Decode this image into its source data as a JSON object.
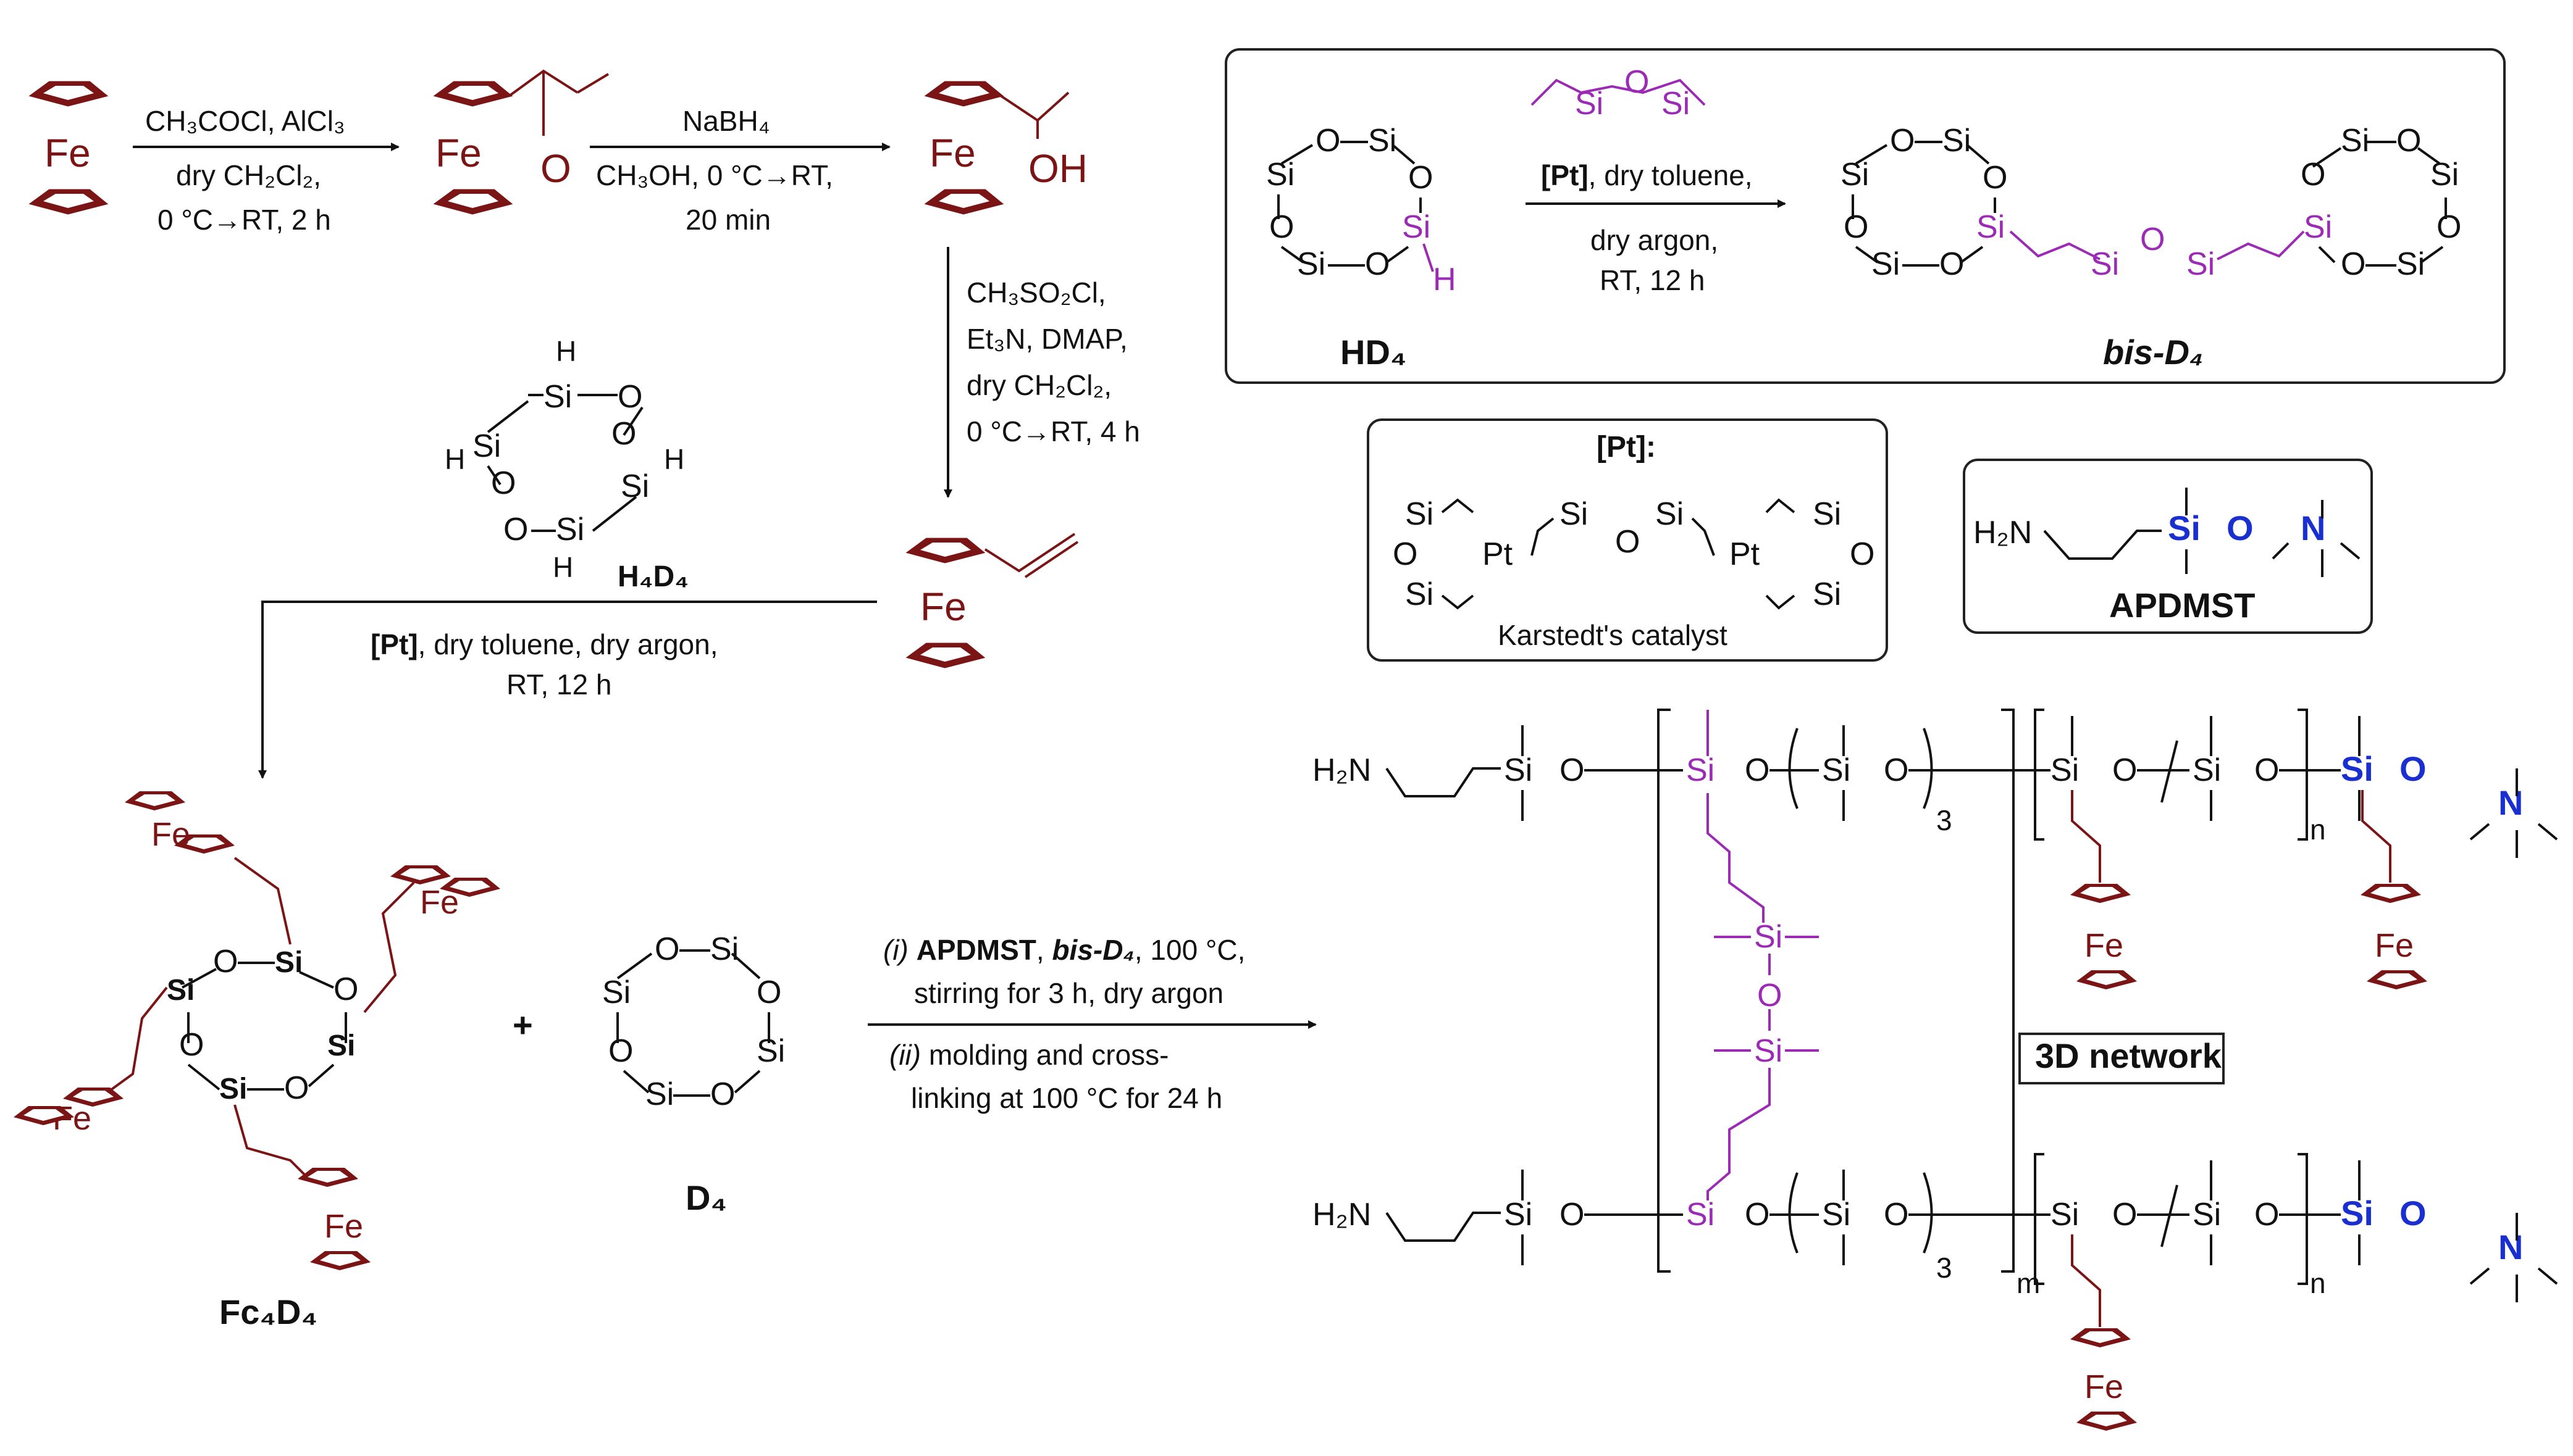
{
  "step1": {
    "line1": "CH₃COCl, AlCl₃",
    "line2": "dry CH₂Cl₂,",
    "line3": "0 °C→RT, 2 h"
  },
  "step2": {
    "line1": "NaBH₄",
    "line2": "CH₃OH, 0 °C→RT,",
    "line3": "20 min"
  },
  "step3": {
    "line1": "CH₃SO₂Cl,",
    "line2": "Et₃N, DMAP,",
    "line3": "dry CH₂Cl₂,",
    "line4": "0 °C→RT, 4 h"
  },
  "step4": {
    "line1_bold": "[Pt]",
    "line1_rest": ", dry toluene, dry argon,",
    "line2": "RT, 12 h"
  },
  "step5": {
    "line1_prefix": "(i) ",
    "line1_bold1": "APDMST",
    "line1_sep": ", ",
    "line1_bold2": "bis-D₄",
    "line1_rest": ", 100 °C,",
    "line2": "stirring for 3 h, dry argon",
    "line3_prefix": "(ii)",
    "line3_rest": " molding and cross-",
    "line4": "linking at 100 °C for 24 h"
  },
  "box_bisD4": {
    "cond_bold": "[Pt]",
    "cond_rest": ", dry toluene,",
    "cond2": "dry argon,",
    "cond3": "RT, 12 h",
    "reactant_label": "HD₄",
    "product_label": "bis-D₄"
  },
  "box_catalyst": {
    "title": "[Pt]:",
    "caption": "Karstedt's catalyst"
  },
  "box_apdmst": {
    "label": "APDMST"
  },
  "labels": {
    "h4d4": "H₄D₄",
    "fc4d4": "Fc₄D₄",
    "d4": "D₄",
    "network": "3D network",
    "plus": "+",
    "fe": "Fe",
    "si": "Si",
    "o": "O",
    "h": "H",
    "oh": "OH",
    "pt": "Pt",
    "nh2": "H₂N",
    "n_plus": "N",
    "sub3": "3",
    "sub_n": "n",
    "sub_m": "m"
  },
  "colors": {
    "ferrocene": "#7b1515",
    "vinyl_linker": "#9b2bb5",
    "apdmst": "#1a2fd0",
    "text": "#111111"
  }
}
